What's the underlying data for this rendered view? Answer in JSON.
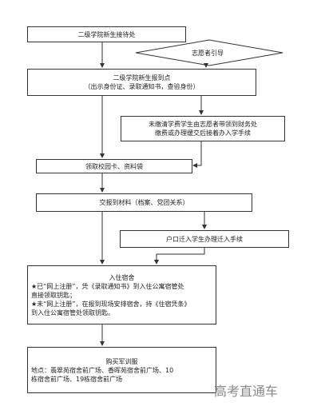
{
  "nodes": {
    "reception": "二级学院新生接待处",
    "volunteer_guide": "志愿者引导",
    "registration": {
      "title": "二级学院新生报到点",
      "note": "（出示身份证、录取通知书，查验身份）"
    },
    "loan_students": [
      "未缴清学费学生由志愿者带领到财务处",
      "缴费或办理缓交后接着办入学手续"
    ],
    "get_card": "领取校园卡、资料袋",
    "submit_materials": "交报到材料（档案、党团关系）",
    "household": "户口迁入学生办理迁入手续",
    "dorm": {
      "title": "入住宿舍",
      "lines": [
        "★已“网上注册”，凭《录取通知书》到入住公寓宿管处",
        "直接领取钥匙；",
        "★未“网上注册”，在报到现场安排宿舍，持《住宿凭条》",
        "到入住公寓宿管处领取钥匙。"
      ]
    },
    "training": {
      "title": "购买军训服",
      "lines": [
        "地点：翡翠苑宿舍前广场、香晖苑宿舍前广场、10",
        "栋宿舍前广场、19栋宿舍前广场"
      ]
    }
  },
  "watermark": "高考直通车"
}
